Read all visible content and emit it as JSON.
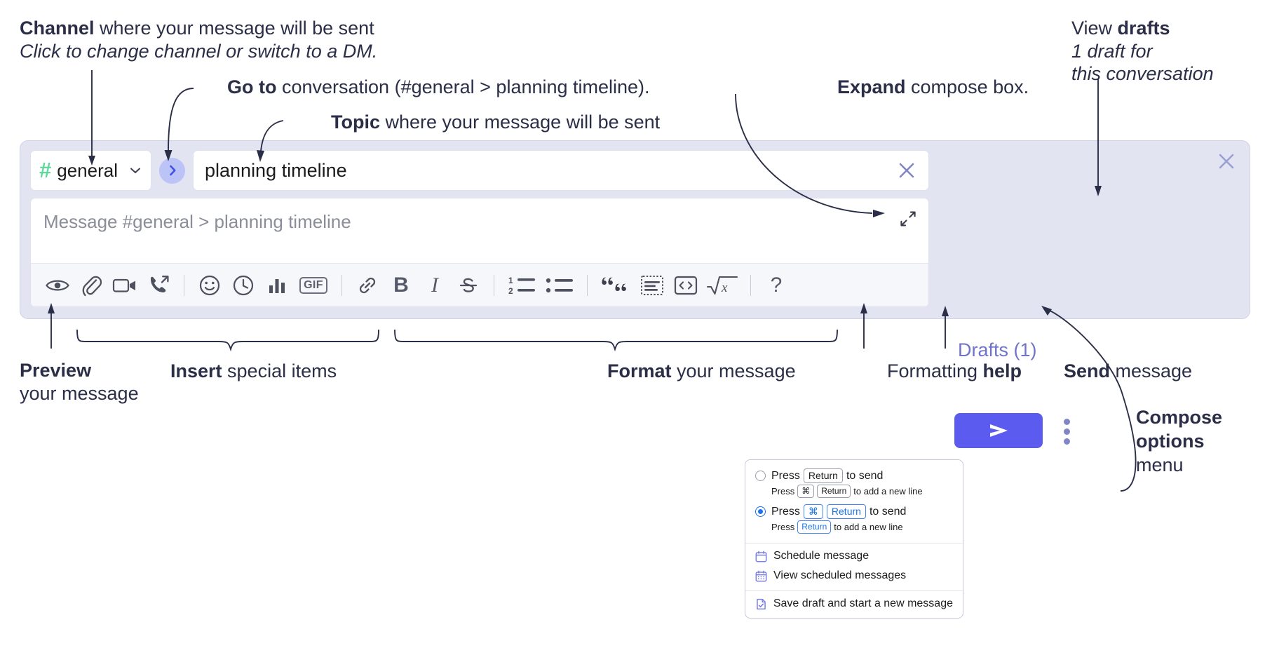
{
  "annotations": {
    "channel": {
      "bold": "Channel",
      "rest": " where your message will be sent",
      "sub": "Click to change channel or switch to a DM."
    },
    "goto": {
      "bold": "Go to",
      "rest": " conversation (#general > planning timeline)."
    },
    "topic": {
      "bold": "Topic",
      "rest": " where your message will be sent"
    },
    "expand": {
      "bold": "Expand",
      "rest": " compose box."
    },
    "drafts": {
      "bold_lead": "View ",
      "bold": "drafts",
      "sub_line1": "1 draft for",
      "sub_line2": "this conversation"
    },
    "preview": {
      "bold": "Preview",
      "line2": "your message"
    },
    "insert": {
      "bold": "Insert",
      "rest": " special items"
    },
    "format": {
      "bold": "Format",
      "rest": " your message"
    },
    "help": {
      "lead": "Formatting ",
      "bold": "help"
    },
    "send": {
      "bold": "Send",
      "rest": " message"
    },
    "compose_options": {
      "line1": "Compose",
      "line2": "options",
      "line3": "menu"
    }
  },
  "compose": {
    "channel": {
      "name": "general",
      "hash": "#",
      "chevron_icon": "chevron-down-icon"
    },
    "goto_icon": "chevron-right-icon",
    "topic": {
      "value": "planning timeline",
      "clear_icon": "close-icon"
    },
    "message": {
      "placeholder": "Message #general > planning timeline",
      "expand_icon": "expand-icon"
    },
    "toolbar": [
      {
        "name": "preview-icon",
        "label": "Preview"
      },
      {
        "name": "attachment-icon",
        "label": "Attach file"
      },
      {
        "name": "video-camera-icon",
        "label": "Video"
      },
      {
        "name": "phone-forward-icon",
        "label": "Call"
      },
      {
        "name": "separator",
        "label": ""
      },
      {
        "name": "emoji-icon",
        "label": "Emoji"
      },
      {
        "name": "clock-icon",
        "label": "Reminder"
      },
      {
        "name": "poll-icon",
        "label": "Poll"
      },
      {
        "name": "gif-icon",
        "label": "GIF"
      },
      {
        "name": "separator",
        "label": ""
      },
      {
        "name": "link-icon",
        "label": "Link"
      },
      {
        "name": "bold-icon",
        "label": "B"
      },
      {
        "name": "italic-icon",
        "label": "I"
      },
      {
        "name": "strikethrough-icon",
        "label": "S"
      },
      {
        "name": "separator",
        "label": ""
      },
      {
        "name": "ordered-list-icon",
        "label": "Numbered list"
      },
      {
        "name": "bulleted-list-icon",
        "label": "Bulleted list"
      },
      {
        "name": "separator",
        "label": ""
      },
      {
        "name": "blockquote-icon",
        "label": "Quote"
      },
      {
        "name": "code-block-icon",
        "label": "Code block"
      },
      {
        "name": "code-icon",
        "label": "Code"
      },
      {
        "name": "math-icon",
        "label": "Math"
      },
      {
        "name": "separator",
        "label": ""
      },
      {
        "name": "help-icon",
        "label": "?"
      }
    ],
    "drafts_label": "Drafts (1)",
    "send_icon": "send-icon",
    "options_icon": "kebab-menu-icon",
    "close_icon": "close-icon"
  },
  "menu": {
    "options": [
      {
        "selected": false,
        "main_pre": "Press",
        "main_key": "Return",
        "main_post": "to send",
        "sub_pre": "Press",
        "sub_key1": "⌘",
        "sub_key2": "Return",
        "sub_post": "to add a new line"
      },
      {
        "selected": true,
        "main_pre": "Press",
        "main_key1": "⌘",
        "main_key2": "Return",
        "main_post": "to send",
        "sub_pre": "Press",
        "sub_key": "Return",
        "sub_post": "to add a new line"
      }
    ],
    "items": [
      {
        "icon": "calendar-icon",
        "label": "Schedule message"
      },
      {
        "icon": "calendar-list-icon",
        "label": "View scheduled messages"
      },
      {
        "icon": "save-draft-icon",
        "label": "Save draft and start a new message"
      }
    ]
  },
  "colors": {
    "panel_bg": "#e2e4f2",
    "accent_purple": "#5b5bef",
    "drafts_text": "#6f74c9",
    "hash_green": "#5fd79a",
    "radio_blue": "#1a73e8",
    "menu_icon_purple": "#7b7fe0"
  }
}
